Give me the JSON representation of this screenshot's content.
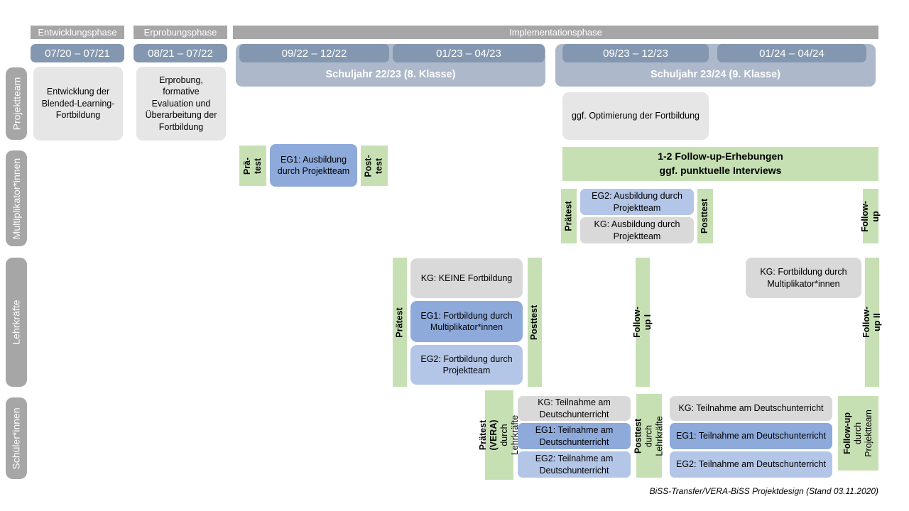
{
  "palette": {
    "phase_gray": "#a6a6a6",
    "period_blue": "#8497b0",
    "schoolyear_blue": "#adb9ca",
    "light_gray_box": "#e7e6e6",
    "kg_gray": "#d9d9d9",
    "eg1_blue": "#8eaadb",
    "eg2_blue": "#b4c6e7",
    "green": "#c6e0b4",
    "white_text": "#ffffff"
  },
  "phases": {
    "entwicklung": "Entwicklungsphase",
    "erprobung": "Erprobungsphase",
    "implementation": "Implementationsphase"
  },
  "periods": {
    "p1": "07/20 – 07/21",
    "p2": "08/21 – 07/22",
    "p3": "09/22 – 12/22",
    "p4": "01/23 – 04/23",
    "p5": "09/23 – 12/23",
    "p6": "01/24 – 04/24"
  },
  "schoolyears": {
    "sy1": "Schuljahr 22/23 (8. Klasse)",
    "sy2": "Schuljahr 23/24 (9. Klasse)"
  },
  "row_labels": {
    "projektteam": "Projektteam",
    "multiplikatoren": "Multiplikator*innen",
    "lehrkraefte": "Lehrkräfte",
    "schueler": "Schüler*innen"
  },
  "projektteam": {
    "entwicklung_box": "Entwicklung der Blended-Learning-Fortbildung",
    "erprobung_box": "Erprobung, formative Evaluation und Überarbeitung der Fortbildung",
    "optimierung_box": "ggf. Optimierung der Fortbildung"
  },
  "multiplikatoren": {
    "praetest1": "Prä-\ntest",
    "eg1_box": "EG1: Ausbildung durch Projektteam",
    "posttest1": "Post-\ntest",
    "followup_banner": "1-2 Follow-up-Erhebungen\nggf. punktuelle Interviews",
    "praetest2": "Prätest",
    "eg2_box": "EG2: Ausbildung durch Projektteam",
    "kg_box": "KG: Ausbildung durch Projektteam",
    "posttest2": "Posttest",
    "followup": "Follow-up"
  },
  "lehrkraefte": {
    "praetest": "Prätest",
    "kg_box": "KG: KEINE Fortbildung",
    "eg1_box": "EG1: Fortbildung durch Multiplikator*innen",
    "eg2_box": "EG2: Fortbildung durch Projektteam",
    "posttest": "Posttest",
    "followup1": "Follow-up I",
    "kg2_box": "KG: Fortbildung durch Multiplikator*innen",
    "followup2": "Follow-up II"
  },
  "schueler": {
    "praetest_title": "Prätest (VERA)",
    "praetest_sub": "durch Lehrkräfte",
    "kg1_box": "KG: Teilnahme am Deutschunterricht",
    "eg1a_box": "EG1: Teilnahme am Deutschunterricht",
    "eg2a_box": "EG2: Teilnahme am Deutschunterricht",
    "posttest_title": "Posttest",
    "posttest_sub": "durch Lehrkräfte",
    "kg2_box": "KG: Teilnahme am Deutschunterricht",
    "eg1b_box": "EG1: Teilnahme am Deutschunterricht",
    "eg2b_box": "EG2: Teilnahme am Deutschunterricht",
    "followup_title": "Follow-up",
    "followup_sub": "durch\nProjektteam"
  },
  "caption": "BiSS-Transfer/VERA-BiSS Projektdesign (Stand 03.11.2020)"
}
